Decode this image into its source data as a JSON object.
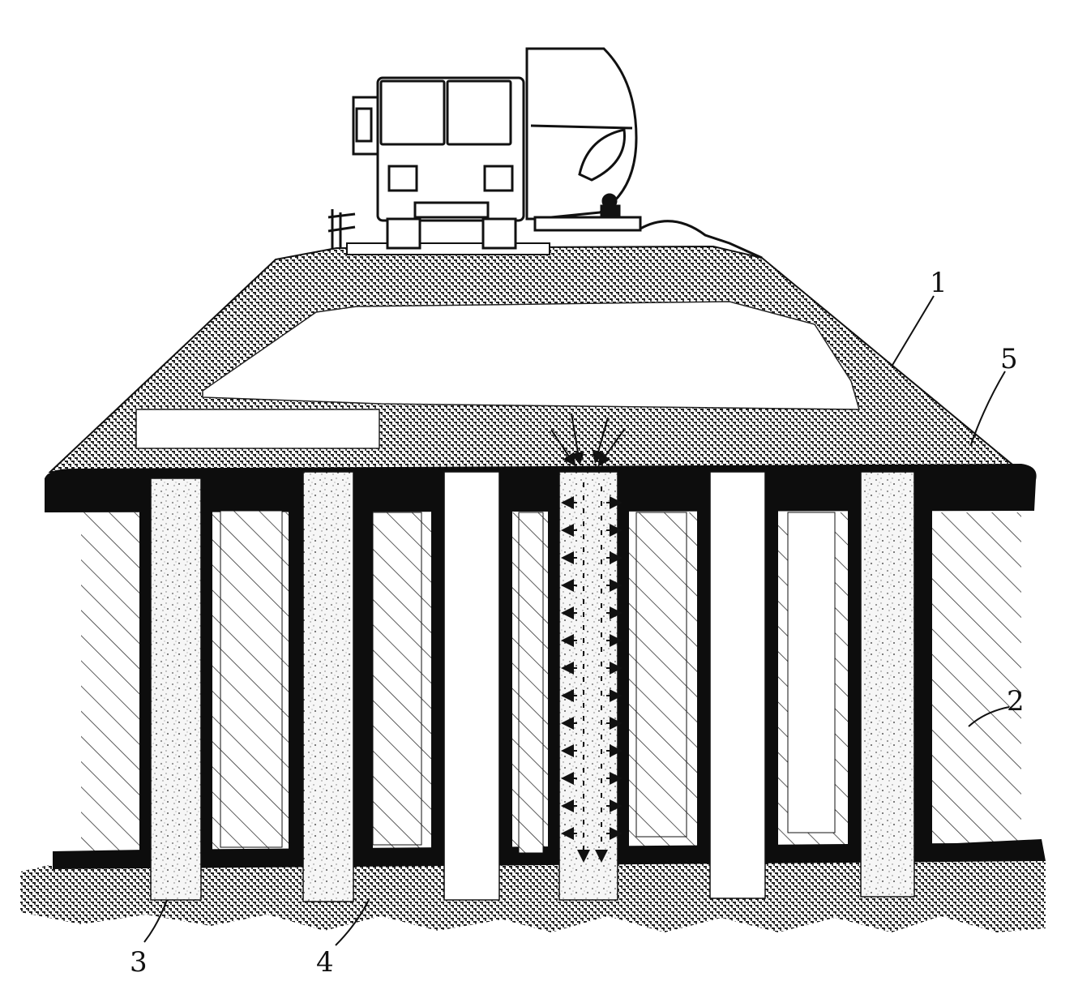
{
  "diagram": {
    "colors": {
      "ink": "#0d0d0d",
      "paper": "#ffffff",
      "hatch": "#3a3a3a",
      "speckle": "#6a6a6a"
    },
    "labels": {
      "l1": "1",
      "l2": "2",
      "l3": "3",
      "l4": "4",
      "l5": "5"
    }
  }
}
